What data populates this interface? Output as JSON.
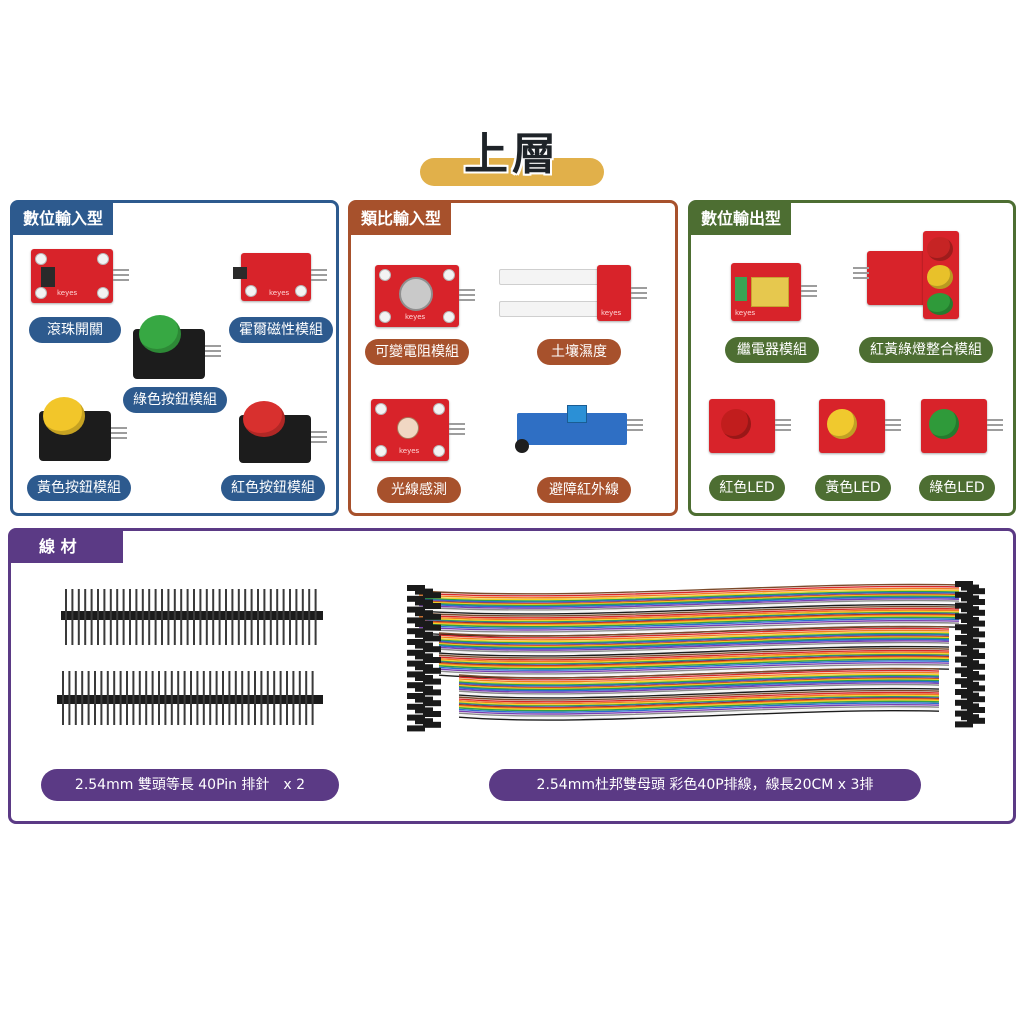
{
  "title": "上層",
  "panels": {
    "digital_input": {
      "tag": "數位輸入型",
      "color": "#2d5a8e",
      "items": {
        "ball_switch": "滾珠開關",
        "hall_sensor": "霍爾磁性模組",
        "green_button": "綠色按鈕模組",
        "yellow_button": "黃色按鈕模組",
        "red_button": "紅色按鈕模組"
      }
    },
    "analog_input": {
      "tag": "類比輸入型",
      "color": "#a7512c",
      "items": {
        "potentiometer": "可變電阻模組",
        "soil_moisture": "土壤濕度",
        "light_sensor": "光線感測",
        "ir_obstacle": "避障紅外線"
      }
    },
    "digital_output": {
      "tag": "數位輸出型",
      "color": "#4d6e32",
      "items": {
        "relay": "繼電器模組",
        "traffic_light": "紅黃綠燈整合模組",
        "red_led": "紅色LED",
        "yellow_led": "黃色LED",
        "green_led": "綠色LED"
      }
    },
    "wires": {
      "tag": "線 材",
      "color": "#5b3a85",
      "items": {
        "pin_header": "2.54mm 雙頭等長 40Pin 排針　x 2",
        "dupont": "2.54mm杜邦雙母頭 彩色40P排線，線長20CM x 3排"
      }
    }
  },
  "board_labels": {
    "keyes": "keyes"
  },
  "accent_colors": {
    "title_bar": "#e1b04a",
    "board_red": "#d8232a",
    "relay_green": "#3aa454"
  }
}
